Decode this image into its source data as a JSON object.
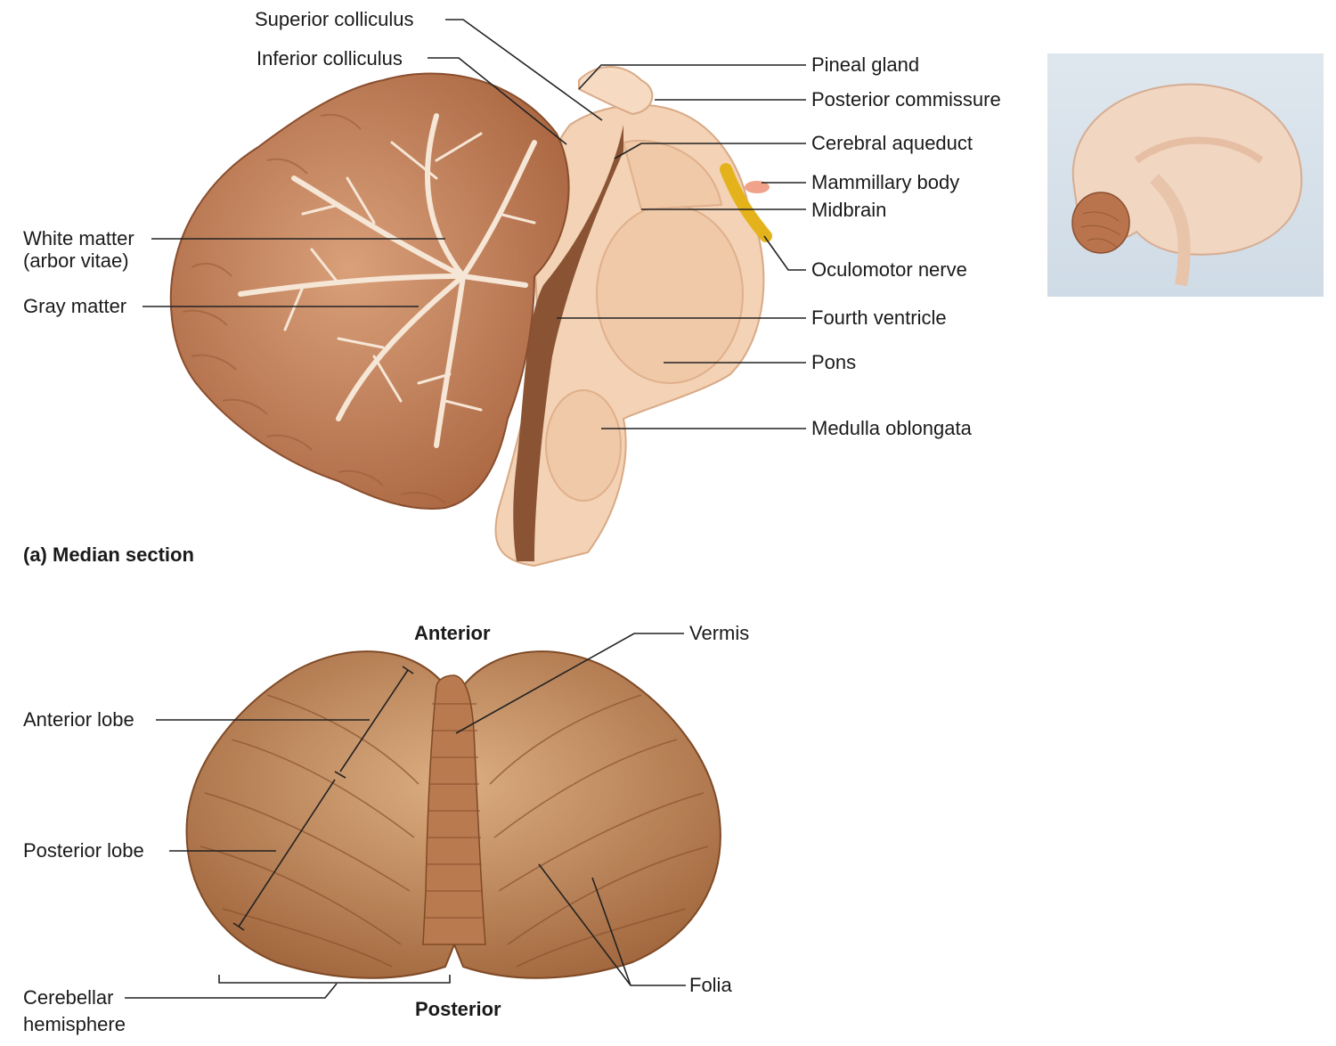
{
  "median_section": {
    "caption": "(a) Median section",
    "labels": {
      "superior_colliculus": "Superior colliculus",
      "inferior_colliculus": "Inferior colliculus",
      "pineal_gland": "Pineal gland",
      "posterior_commissure": "Posterior commissure",
      "cerebral_aqueduct": "Cerebral aqueduct",
      "mammillary_body": "Mammillary body",
      "midbrain": "Midbrain",
      "oculomotor_nerve": "Oculomotor nerve",
      "fourth_ventricle": "Fourth ventricle",
      "pons": "Pons",
      "medulla_oblongata": "Medulla oblongata",
      "white_matter_1": "White matter",
      "white_matter_2": "(arbor vitae)",
      "gray_matter": "Gray matter"
    }
  },
  "posterior_view": {
    "anterior": "Anterior",
    "posterior": "Posterior",
    "labels": {
      "vermis": "Vermis",
      "anterior_lobe": "Anterior lobe",
      "posterior_lobe": "Posterior lobe",
      "cerebellar_hemisphere_1": "Cerebellar",
      "cerebellar_hemisphere_2": "hemisphere",
      "folia": "Folia"
    }
  },
  "colors": {
    "cerebellum": "#c98b62",
    "cerebellum_dark": "#9c5d3a",
    "white_matter": "#f6e6d6",
    "brainstem": "#f3d2b5",
    "ventricle": "#8a5434",
    "nerve": "#e4b21b",
    "inset_bg": "#d6e0ea"
  }
}
